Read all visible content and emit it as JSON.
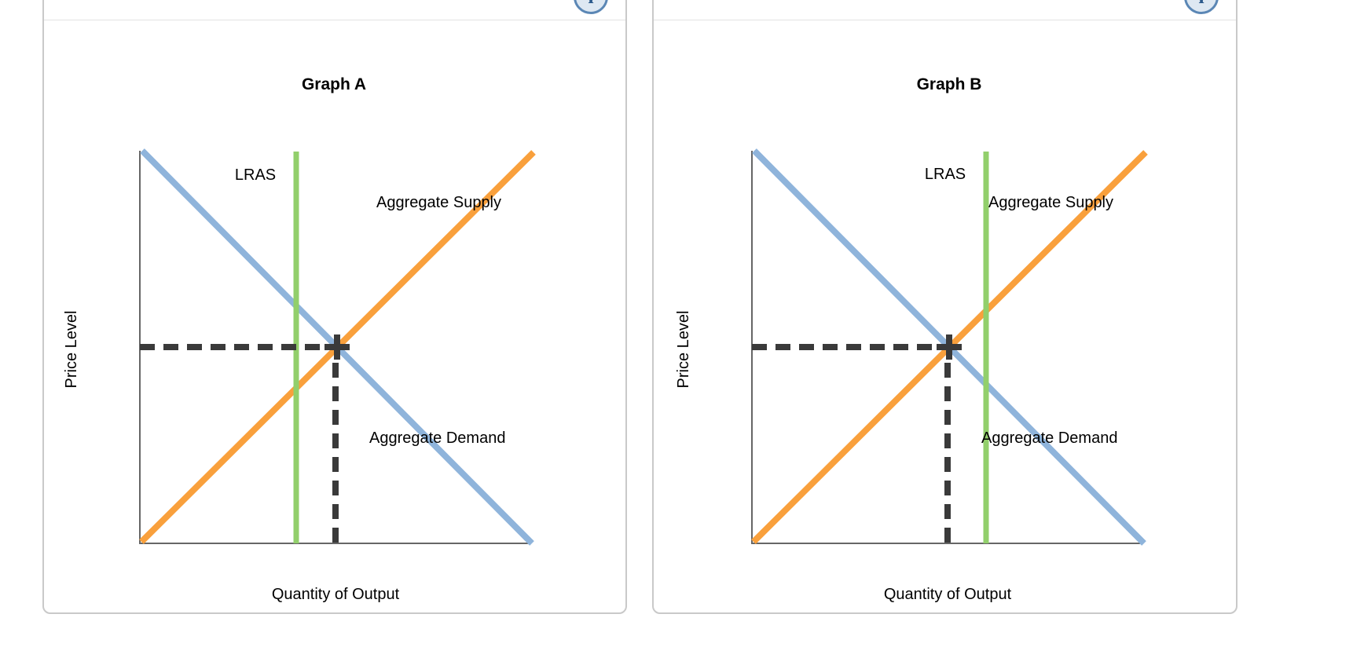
{
  "colors": {
    "ad": "#8FB4DB",
    "as": "#F9A03C",
    "lras": "#92CF6B",
    "dashed": "#3A3A3A",
    "axis": "#666666",
    "card_border": "#C9C9C9",
    "divider": "#E2E2E2",
    "icon_ring": "#5B87B5",
    "icon_fill": "#DEE8F2",
    "icon_glyph_color": "#2C5A8C"
  },
  "info_icon": {
    "glyph": "i"
  },
  "cards": [
    {
      "title": "Graph A",
      "lras_label": "LRAS",
      "as_label": "Aggregate Supply",
      "ad_label": "Aggregate Demand",
      "y_axis_label": "Price Level",
      "x_axis_label": "Quantity of Output"
    },
    {
      "title": "Graph B",
      "lras_label": "LRAS",
      "as_label": "Aggregate Supply",
      "ad_label": "Aggregate Demand",
      "y_axis_label": "Price Level",
      "x_axis_label": "Quantity of Output"
    }
  ],
  "chart_data": [
    {
      "type": "line",
      "title": "Graph A",
      "xlabel": "Quantity of Output",
      "ylabel": "Price Level",
      "axis_ranges": {
        "x": [
          0,
          10
        ],
        "y": [
          0,
          10
        ]
      },
      "tick_labels": "none",
      "grid": false,
      "legend_position": "inline-annotations",
      "series": [
        {
          "name": "Aggregate Demand",
          "x": [
            0,
            10
          ],
          "y": [
            10,
            0
          ],
          "color": "#8FB4DB"
        },
        {
          "name": "Aggregate Supply",
          "x": [
            0,
            10
          ],
          "y": [
            0,
            10
          ],
          "color": "#F9A03C"
        },
        {
          "name": "LRAS",
          "x": [
            4.0,
            4.0
          ],
          "y": [
            0,
            10
          ],
          "color": "#92CF6B"
        }
      ],
      "equilibrium": {
        "x": 5.1,
        "y": 5.0,
        "marker": "dashed crosshair to both axes"
      },
      "lras_relative_to_equilibrium": "left"
    },
    {
      "type": "line",
      "title": "Graph B",
      "xlabel": "Quantity of Output",
      "ylabel": "Price Level",
      "axis_ranges": {
        "x": [
          0,
          10
        ],
        "y": [
          0,
          10
        ]
      },
      "tick_labels": "none",
      "grid": false,
      "legend_position": "inline-annotations",
      "series": [
        {
          "name": "Aggregate Demand",
          "x": [
            0,
            10
          ],
          "y": [
            10,
            0
          ],
          "color": "#8FB4DB"
        },
        {
          "name": "Aggregate Supply",
          "x": [
            0,
            10
          ],
          "y": [
            0,
            10
          ],
          "color": "#F9A03C"
        },
        {
          "name": "LRAS",
          "x": [
            6.0,
            6.0
          ],
          "y": [
            0,
            10
          ],
          "color": "#92CF6B"
        }
      ],
      "equilibrium": {
        "x": 5.1,
        "y": 5.0,
        "marker": "dashed crosshair to both axes"
      },
      "lras_relative_to_equilibrium": "right"
    }
  ]
}
